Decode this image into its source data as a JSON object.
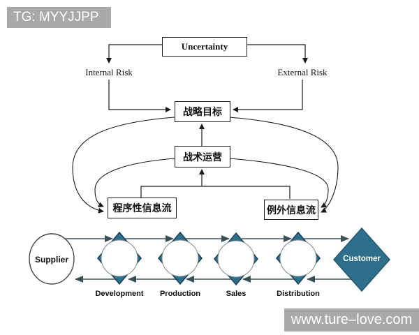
{
  "watermarks": {
    "top_left": "TG: MYYJJPP",
    "bottom_right": "www.ture–love.com"
  },
  "risk_diagram": {
    "uncertainty": "Uncertainty",
    "internal_risk": "Internal Risk",
    "external_risk": "External Risk",
    "strategic_goal": "战略目标",
    "tactical_operation": "战术运营",
    "procedural_info_flow": "程序性信息流",
    "exception_info_flow": "例外信息流"
  },
  "supply_chain": {
    "items": [
      {
        "label": "Supplier",
        "shape": "ellipse"
      },
      {
        "label": "Development",
        "shape": "diamond-circle"
      },
      {
        "label": "Production",
        "shape": "diamond-circle"
      },
      {
        "label": "Sales",
        "shape": "diamond-circle"
      },
      {
        "label": "Distribution",
        "shape": "diamond-circle"
      },
      {
        "label": "Customer",
        "shape": "diamond-solid"
      }
    ]
  },
  "colors": {
    "banner_gray": "#a9a9a9",
    "diagram_line": "#1a1a1a",
    "diamond_teal": "#2e6f8c",
    "diamond_outline": "#1c3f52",
    "chain_line": "#3a5058"
  }
}
